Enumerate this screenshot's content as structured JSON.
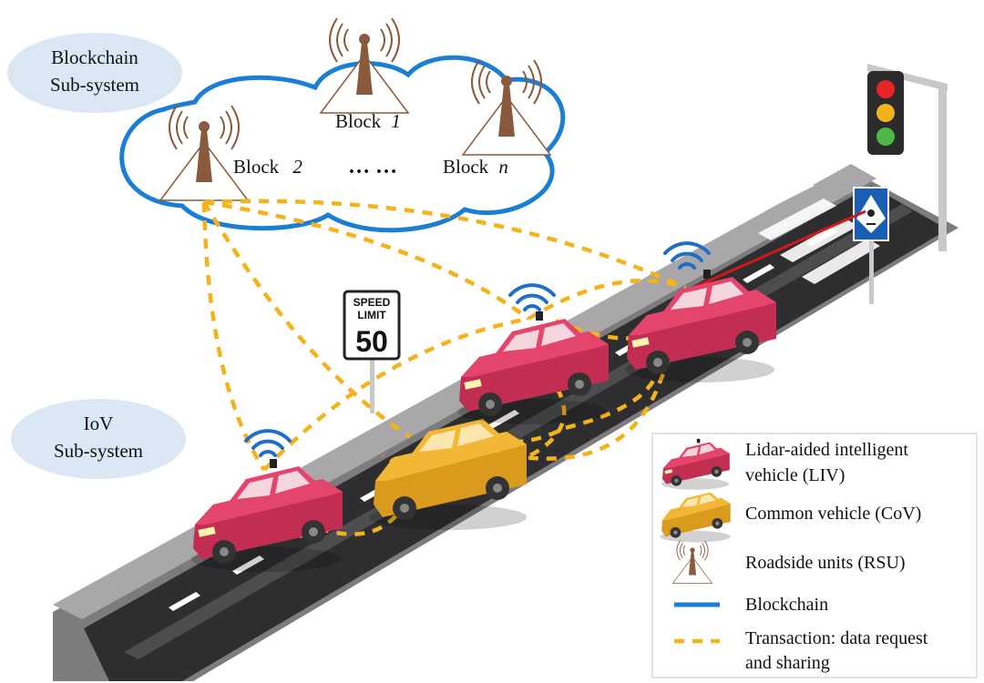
{
  "subsystems": {
    "blockchain_line1": "Blockchain",
    "blockchain_line2": "Sub-system",
    "iov_line1": "IoV",
    "iov_line2": "Sub-system"
  },
  "blocks": {
    "block1_word": "Block",
    "block1_index": "1",
    "block2_word": "Block",
    "block2_index": "2",
    "blockn_word": "Block",
    "blockn_index": "n",
    "ellipsis": "… …"
  },
  "speed_sign": {
    "line1": "SPEED",
    "line2": "LIMIT",
    "value": "50"
  },
  "legend": {
    "liv_line1": "Lidar-aided intelligent",
    "liv_line2": "vehicle (LIV)",
    "cov": "Common vehicle (CoV)",
    "rsu": "Roadside units (RSU)",
    "blockchain": "Blockchain",
    "transaction_line1": "Transaction: data request",
    "transaction_line2": "and sharing"
  },
  "colors": {
    "cloud_stroke": "#1a7fd4",
    "tower": "#8a5a3c",
    "transaction": "#f2b31b",
    "liv_body": "#e4456c",
    "cov_body": "#f3b736",
    "wifi": "#1f6fc9",
    "road": "#2e2e31",
    "subsystem_ellipse": "#dbe7f4",
    "lidar_link": "#d01a1a"
  },
  "icons": [
    "rsu-tower-icon",
    "wifi-signal-icon",
    "traffic-light-icon",
    "crosswalk-sign-icon",
    "speed-limit-sign-icon",
    "car-icon"
  ]
}
